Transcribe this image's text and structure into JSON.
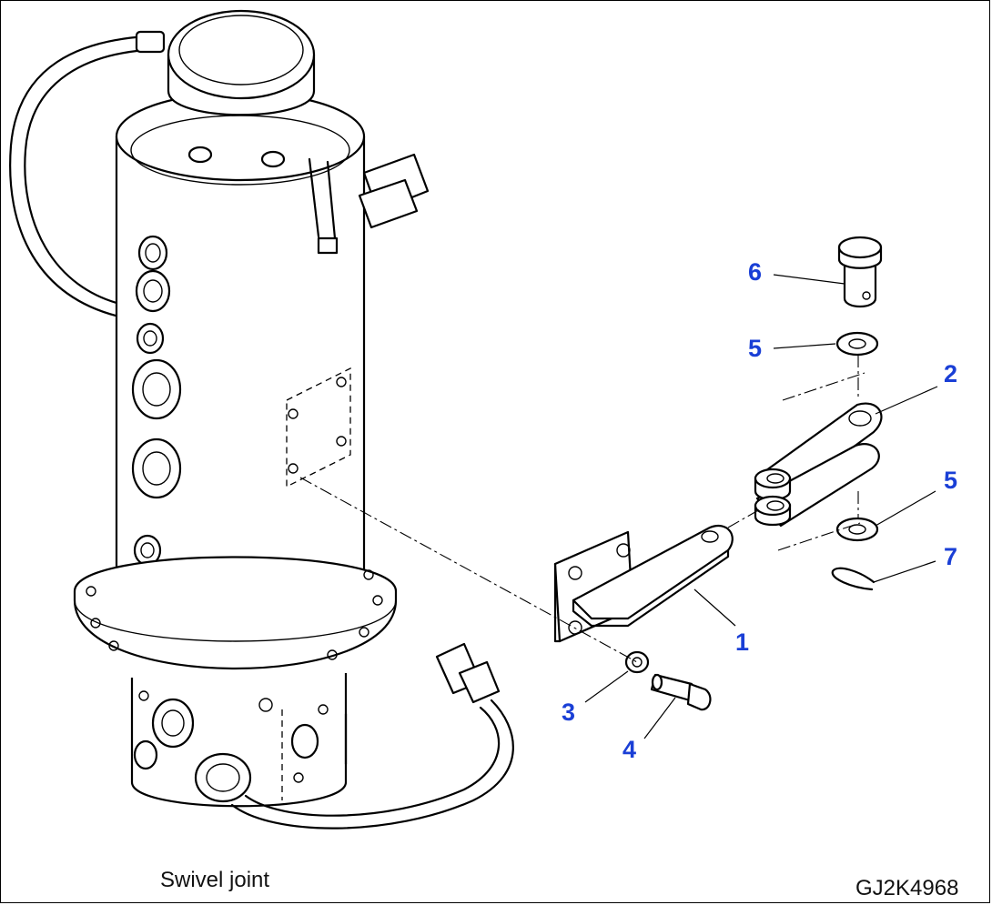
{
  "callouts": [
    {
      "id": "1",
      "label": "1"
    },
    {
      "id": "2",
      "label": "2"
    },
    {
      "id": "3",
      "label": "3"
    },
    {
      "id": "4",
      "label": "4"
    },
    {
      "id": "5a",
      "label": "5"
    },
    {
      "id": "5b",
      "label": "5"
    },
    {
      "id": "6",
      "label": "6"
    },
    {
      "id": "7",
      "label": "7"
    }
  ],
  "caption": "Swivel joint",
  "drawing_code": "GJ2K4968",
  "colors": {
    "callout": "#1a3fd6",
    "line": "#000000",
    "background": "#ffffff"
  }
}
